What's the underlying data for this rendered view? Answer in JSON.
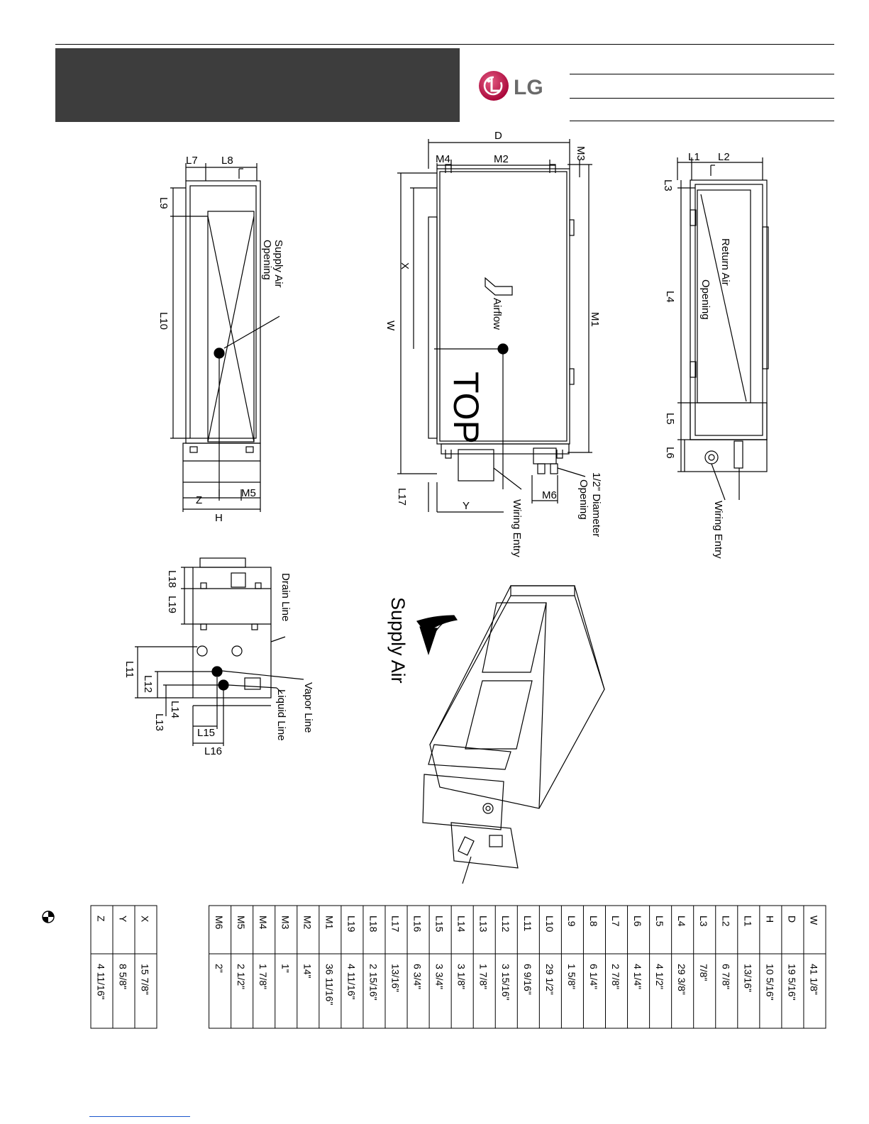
{
  "brand": {
    "logo_text": "LG",
    "logo_color": "#a50034"
  },
  "views": {
    "left": {
      "supply_opening": [
        "Supply Air",
        "Opening"
      ],
      "dims": [
        "L7",
        "L8",
        "L9",
        "L10",
        "Z",
        "M5",
        "H"
      ]
    },
    "top": {
      "airflow": "Airflow",
      "top_label": "TOP",
      "dims": [
        "D",
        "M4",
        "M2",
        "M3",
        "X",
        "W",
        "M1",
        "L17",
        "Y",
        "M6"
      ],
      "wiring": "Wiring Entry",
      "opening": [
        "1/2\" Diameter",
        "Opening"
      ]
    },
    "right": {
      "return_opening": [
        "Return Air",
        "Opening"
      ],
      "dims": [
        "L1",
        "L2",
        "L3",
        "L4",
        "L5",
        "L6"
      ],
      "wiring": "Wiring Entry"
    },
    "end": {
      "dims": [
        "L18",
        "L19",
        "L11",
        "L12",
        "L14",
        "L13",
        "L15",
        "L16"
      ],
      "drain": "Drain Line",
      "vapor": "Vapor Line",
      "liquid": "Liquid Line"
    },
    "iso": {
      "supply": "Supply Air"
    }
  },
  "table_main": [
    {
      "k": "W",
      "v": "41 1/8\""
    },
    {
      "k": "D",
      "v": "19 5/16\""
    },
    {
      "k": "H",
      "v": "10 5/16\""
    },
    {
      "k": "L1",
      "v": "13/16\""
    },
    {
      "k": "L2",
      "v": "6 7/8\""
    },
    {
      "k": "L3",
      "v": "7/8\""
    },
    {
      "k": "L4",
      "v": "29 3/8\""
    },
    {
      "k": "L5",
      "v": "4 1/2\""
    },
    {
      "k": "L6",
      "v": "4 1/4\""
    },
    {
      "k": "L7",
      "v": "2 7/8\""
    },
    {
      "k": "L8",
      "v": "6 1/4\""
    },
    {
      "k": "L9",
      "v": "1 5/8\""
    },
    {
      "k": "L10",
      "v": "29 1/2\""
    },
    {
      "k": "L11",
      "v": "6 9/16\""
    },
    {
      "k": "L12",
      "v": "3 15/16\""
    },
    {
      "k": "L13",
      "v": "1 7/8\""
    },
    {
      "k": "L14",
      "v": "3 1/8\""
    },
    {
      "k": "L15",
      "v": "3 3/4\""
    },
    {
      "k": "L16",
      "v": "6 3/4\""
    },
    {
      "k": "L17",
      "v": "13/16\""
    },
    {
      "k": "L18",
      "v": "2 15/16\""
    },
    {
      "k": "L19",
      "v": "4 11/16\""
    },
    {
      "k": "M1",
      "v": "36 11/16\""
    },
    {
      "k": "M2",
      "v": "14\""
    },
    {
      "k": "M3",
      "v": "1\""
    },
    {
      "k": "M4",
      "v": "1 7/8\""
    },
    {
      "k": "M5",
      "v": "2 1/2\""
    },
    {
      "k": "M6",
      "v": "2\""
    }
  ],
  "table_cog": [
    {
      "k": "X",
      "v": "15 7/8\""
    },
    {
      "k": "Y",
      "v": "8 5/8\""
    },
    {
      "k": "Z",
      "v": "4 11/16\""
    }
  ]
}
